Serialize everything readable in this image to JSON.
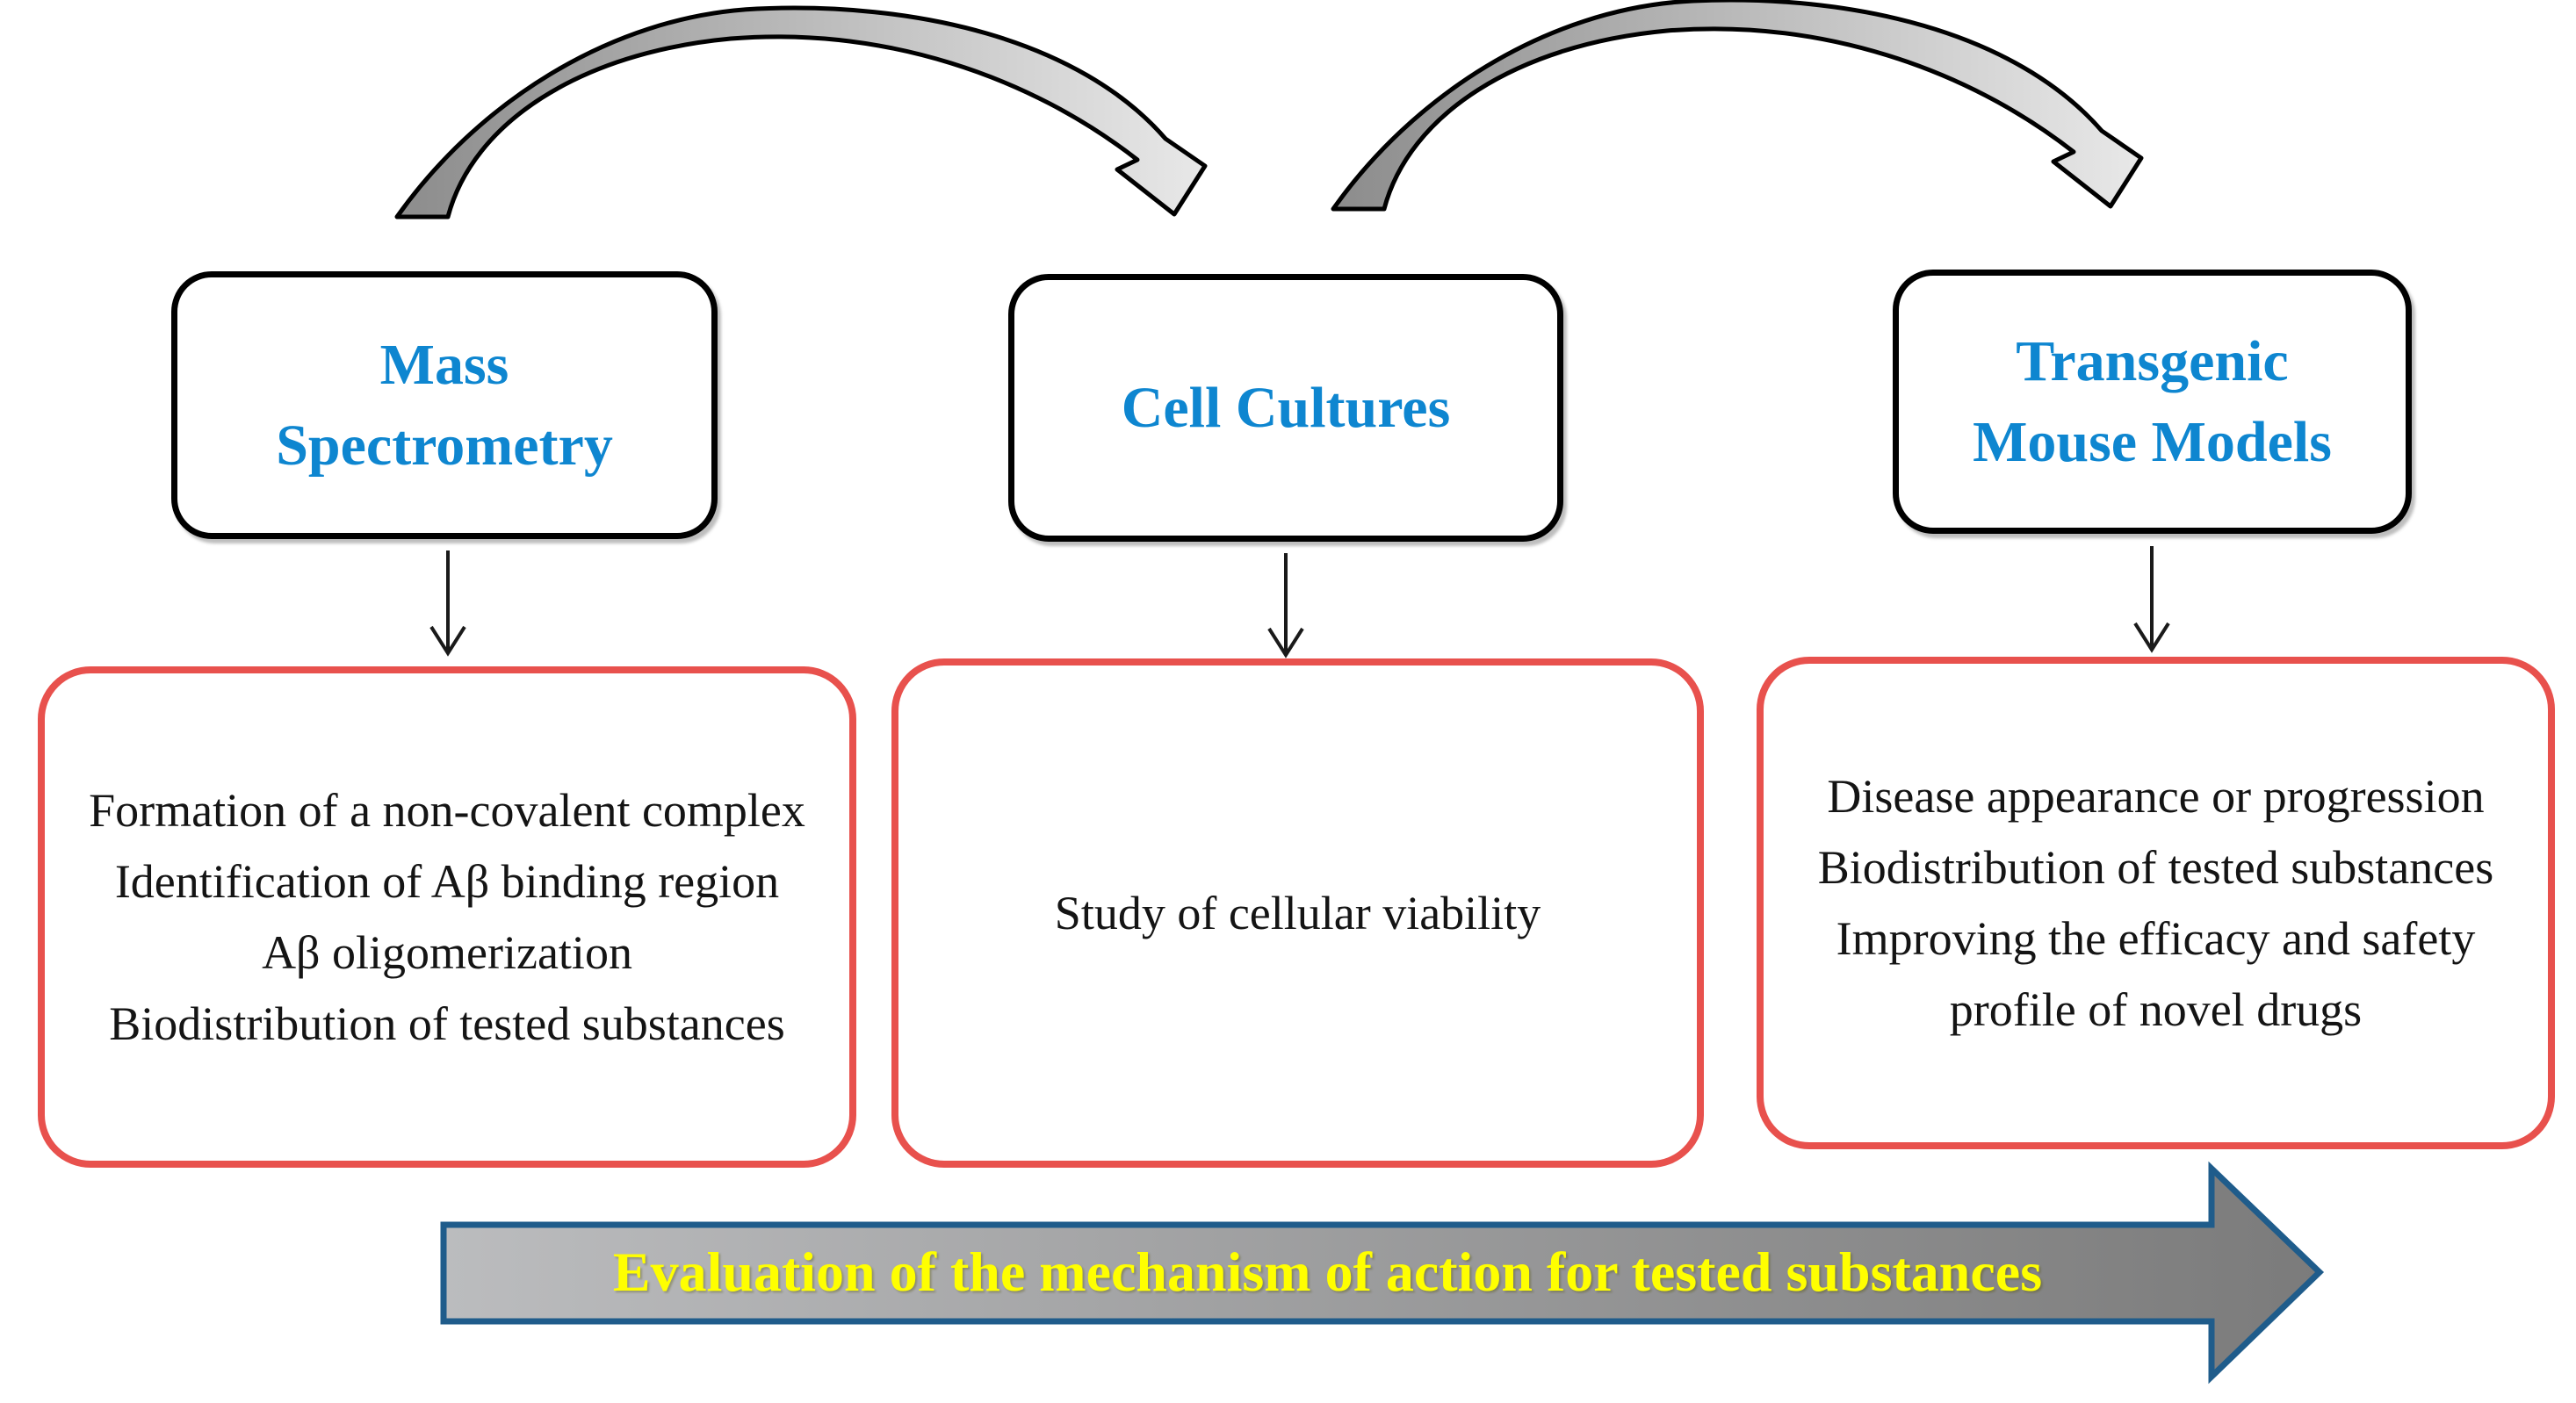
{
  "palette": {
    "accent_blue": "#0E86D0",
    "black_border": "#000000",
    "red_border": "#E8514D",
    "arc_tail_gray": "#8C8C8C",
    "arc_head_gray": "#E8E8E8",
    "banner_fill_left": "#BBBCBE",
    "banner_fill_right": "#7B7B7B",
    "banner_border": "#1F5C8B",
    "banner_text": "#FFFF00"
  },
  "methods": [
    {
      "title_lines": [
        "Mass",
        "Spectrometry"
      ],
      "outcome_lines": [
        "Formation of a non-covalent complex",
        "Identification of Aβ binding region",
        "Aβ oligomerization",
        "Biodistribution of tested substances"
      ]
    },
    {
      "title_lines": [
        "Cell Cultures"
      ],
      "outcome_lines": [
        "Study of cellular viability"
      ]
    },
    {
      "title_lines": [
        "Transgenic",
        "Mouse Models"
      ],
      "outcome_lines": [
        "Disease appearance or progression",
        "Biodistribution of tested substances",
        "Improving the efficacy and safety profile of novel drugs"
      ]
    }
  ],
  "banner": {
    "label": "Evaluation of the mechanism of action for tested substances"
  }
}
